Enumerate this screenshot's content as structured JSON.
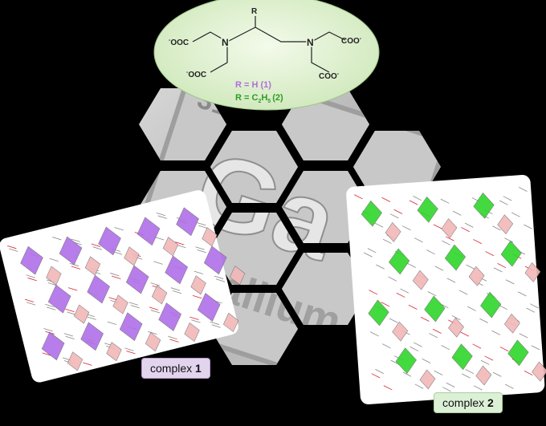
{
  "formula": {
    "R": "R",
    "N": "N",
    "carboxylate": "OOC",
    "carboxylate_right": "COO",
    "charge": "-"
  },
  "legend": {
    "r1_text": "R = H (1)",
    "r2_prefix": "R = C",
    "r2_sub1": "2",
    "r2_mid": "H",
    "r2_sub2": "5",
    "r2_suffix": "(2)"
  },
  "gallium_tile": {
    "number": "31",
    "symbol": "Ga",
    "name": "gallium"
  },
  "labels": {
    "complex1_text": "complex ",
    "complex1_num": "1",
    "complex2_text": "complex ",
    "complex2_num": "2"
  },
  "colors": {
    "background": "#000000",
    "ellipse_fill": "#dff0cf",
    "r1_color": "#b06fdc",
    "r2_color": "#2e9d25",
    "complex1_polyhedra": "#b070e8",
    "complex2_polyhedra": "#2fd62b",
    "pink_polyhedra": "#f2b8b8",
    "hexagon_metal": "#bdbdbd"
  }
}
